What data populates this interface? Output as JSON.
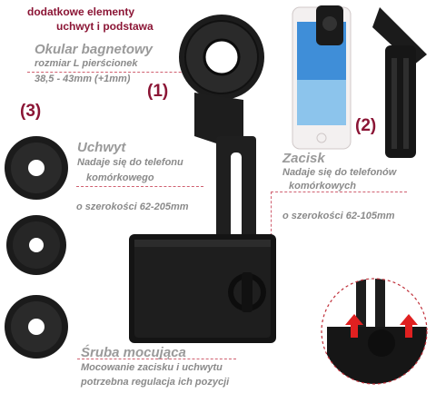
{
  "header": {
    "line1": "dodatkowe elementy",
    "line2": "uchwyt i podstawa"
  },
  "markers": {
    "one": "(1)",
    "two": "(2)",
    "three": "(3)"
  },
  "eyepiece": {
    "title": "Okular bagnetowy",
    "line1": "rozmiar L pierścionek",
    "line2": "38,5 - 43mm (+1mm)"
  },
  "holder": {
    "title": "Uchwyt",
    "line1": "Nadaje się do telefonu",
    "line2": "komórkowego",
    "width": "o szerokości 62-205mm"
  },
  "clamp": {
    "title": "Zacisk",
    "line1": "Nadaje się do telefonów",
    "line2": "komórkowych",
    "width": "o szerokości 62-105mm"
  },
  "screw": {
    "title": "Śruba mocująca",
    "line1": "Mocowanie zacisku i uchwytu",
    "line2": "potrzebna regulacja ich pozycji"
  },
  "colors": {
    "accent": "#8b1535",
    "dashed_line": "#d06070",
    "product": "#1a1a1a"
  }
}
